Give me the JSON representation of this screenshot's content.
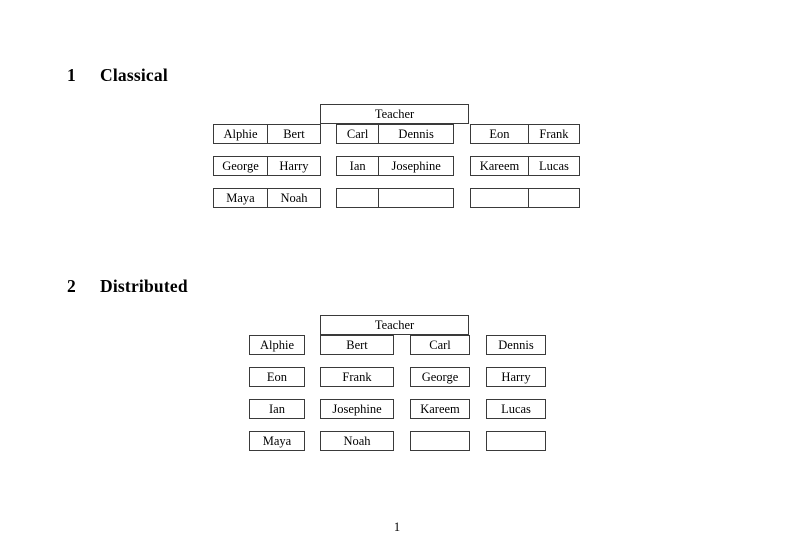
{
  "document": {
    "page_number": "1"
  },
  "sections": [
    {
      "number": "1",
      "title": "Classical",
      "teacher_label": "Teacher",
      "rows": [
        {
          "groups": [
            {
              "cells": [
                "Alphie",
                "Bert"
              ]
            },
            {
              "cells": [
                "Carl",
                "Dennis"
              ]
            },
            {
              "cells": [
                "Eon",
                "Frank"
              ]
            }
          ]
        },
        {
          "groups": [
            {
              "cells": [
                "George",
                "Harry"
              ]
            },
            {
              "cells": [
                "Ian",
                "Josephine"
              ]
            },
            {
              "cells": [
                "Kareem",
                "Lucas"
              ]
            }
          ]
        },
        {
          "groups": [
            {
              "cells": [
                "Maya",
                "Noah"
              ]
            },
            {
              "cells": [
                "",
                ""
              ]
            },
            {
              "cells": [
                "",
                ""
              ]
            }
          ]
        }
      ]
    },
    {
      "number": "2",
      "title": "Distributed",
      "teacher_label": "Teacher",
      "rows": [
        {
          "boxes": [
            "Alphie",
            "Bert",
            "Carl",
            "Dennis"
          ]
        },
        {
          "boxes": [
            "Eon",
            "Frank",
            "George",
            "Harry"
          ]
        },
        {
          "boxes": [
            "Ian",
            "Josephine",
            "Kareem",
            "Lucas"
          ]
        },
        {
          "boxes": [
            "Maya",
            "Noah",
            "",
            ""
          ]
        }
      ]
    }
  ]
}
